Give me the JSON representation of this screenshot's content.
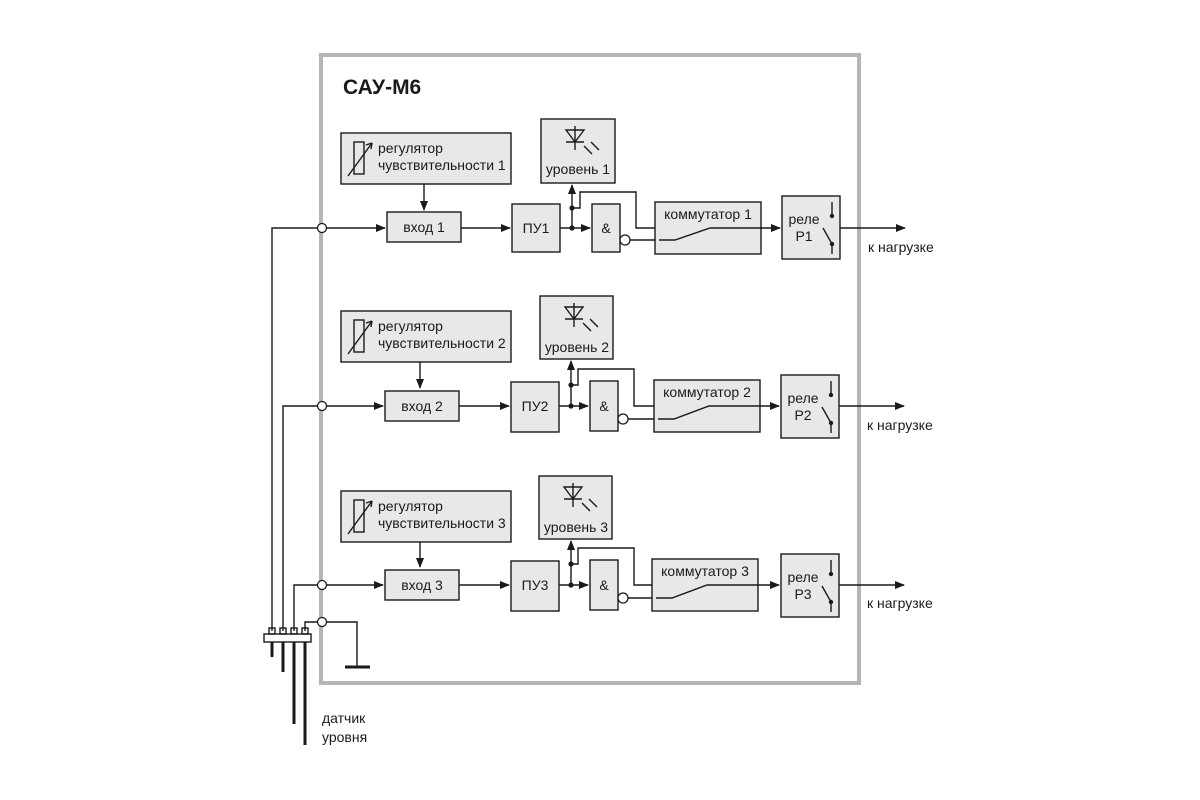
{
  "title": "САУ-М6",
  "channels": [
    {
      "regulator_line1": "регулятор",
      "regulator_line2": "чувствительности 1",
      "input": "вход 1",
      "pu": "ПУ1",
      "level": "уровень 1",
      "and": "&",
      "commutator": "коммутатор 1",
      "relay_line1": "реле",
      "relay_line2": "Р1",
      "load": "к нагрузке"
    },
    {
      "regulator_line1": "регулятор",
      "regulator_line2": "чувствительности 2",
      "input": "вход 2",
      "pu": "ПУ2",
      "level": "уровень 2",
      "and": "&",
      "commutator": "коммутатор 2",
      "relay_line1": "реле",
      "relay_line2": "Р2",
      "load": "к нагрузке"
    },
    {
      "regulator_line1": "регулятор",
      "regulator_line2": "чувствительности 3",
      "input": "вход 3",
      "pu": "ПУ3",
      "level": "уровень 3",
      "and": "&",
      "commutator": "коммутатор 3",
      "relay_line1": "реле",
      "relay_line2": "Р3",
      "load": "к нагрузке"
    }
  ],
  "sensor_line1": "датчик",
  "sensor_line2": "уровня",
  "icons": {
    "regulator": "variable-resistor-icon",
    "level": "led-icon",
    "relay": "relay-contact-icon",
    "ground": "ground-icon",
    "sensor": "level-sensor-icon"
  }
}
